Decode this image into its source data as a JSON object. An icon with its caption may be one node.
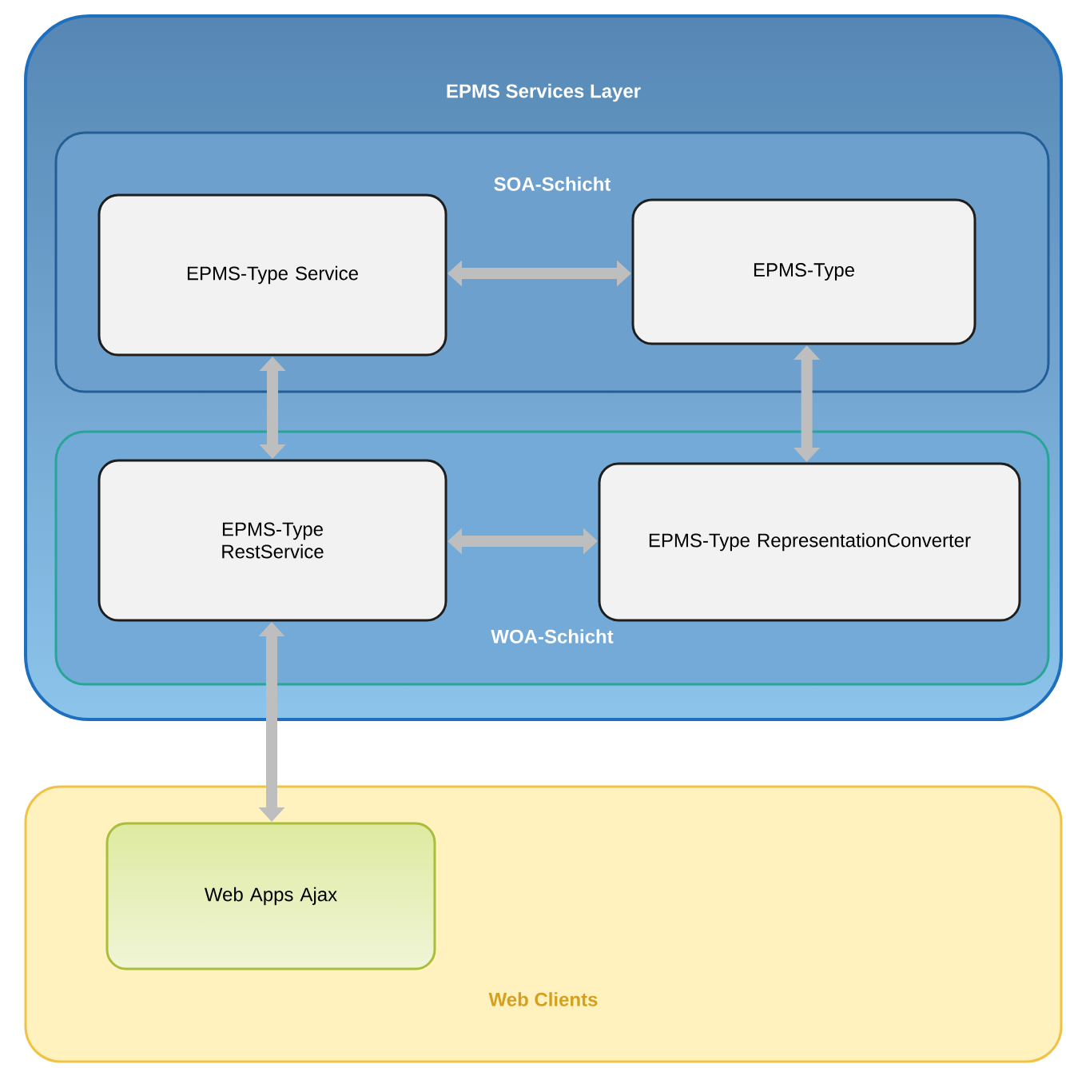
{
  "diagram": {
    "nodes": [
      {
        "text": [
          "EPMS Services Layer"
        ]
      },
      {
        "text": [
          "SOA-Schicht"
        ],
        "in": 0
      },
      {
        "text": [
          "EPMS-Type Service"
        ],
        "in": 1
      },
      {
        "text": [
          "EPMS-Type"
        ],
        "in": 1
      },
      {
        "text": [
          "WOA-Schicht"
        ],
        "in": 0
      },
      {
        "text": [
          "EPMS-Type RestService"
        ],
        "in": 4
      },
      {
        "text": [
          "EPMS-Type RepresentationConverter"
        ],
        "in": 4
      },
      {
        "text": [
          "Web Clients"
        ]
      },
      {
        "text": [
          "Web Apps Ajax"
        ],
        "in": 7
      }
    ],
    "edges": [
      {
        "from": 2,
        "to": 3,
        "arrow": "both"
      },
      {
        "from": 2,
        "to": 5,
        "arrow": "both"
      },
      {
        "from": 3,
        "to": 6,
        "arrow": "both"
      },
      {
        "from": 5,
        "to": 6,
        "arrow": "both"
      },
      {
        "from": 5,
        "to": 8,
        "arrow": "both"
      }
    ]
  }
}
